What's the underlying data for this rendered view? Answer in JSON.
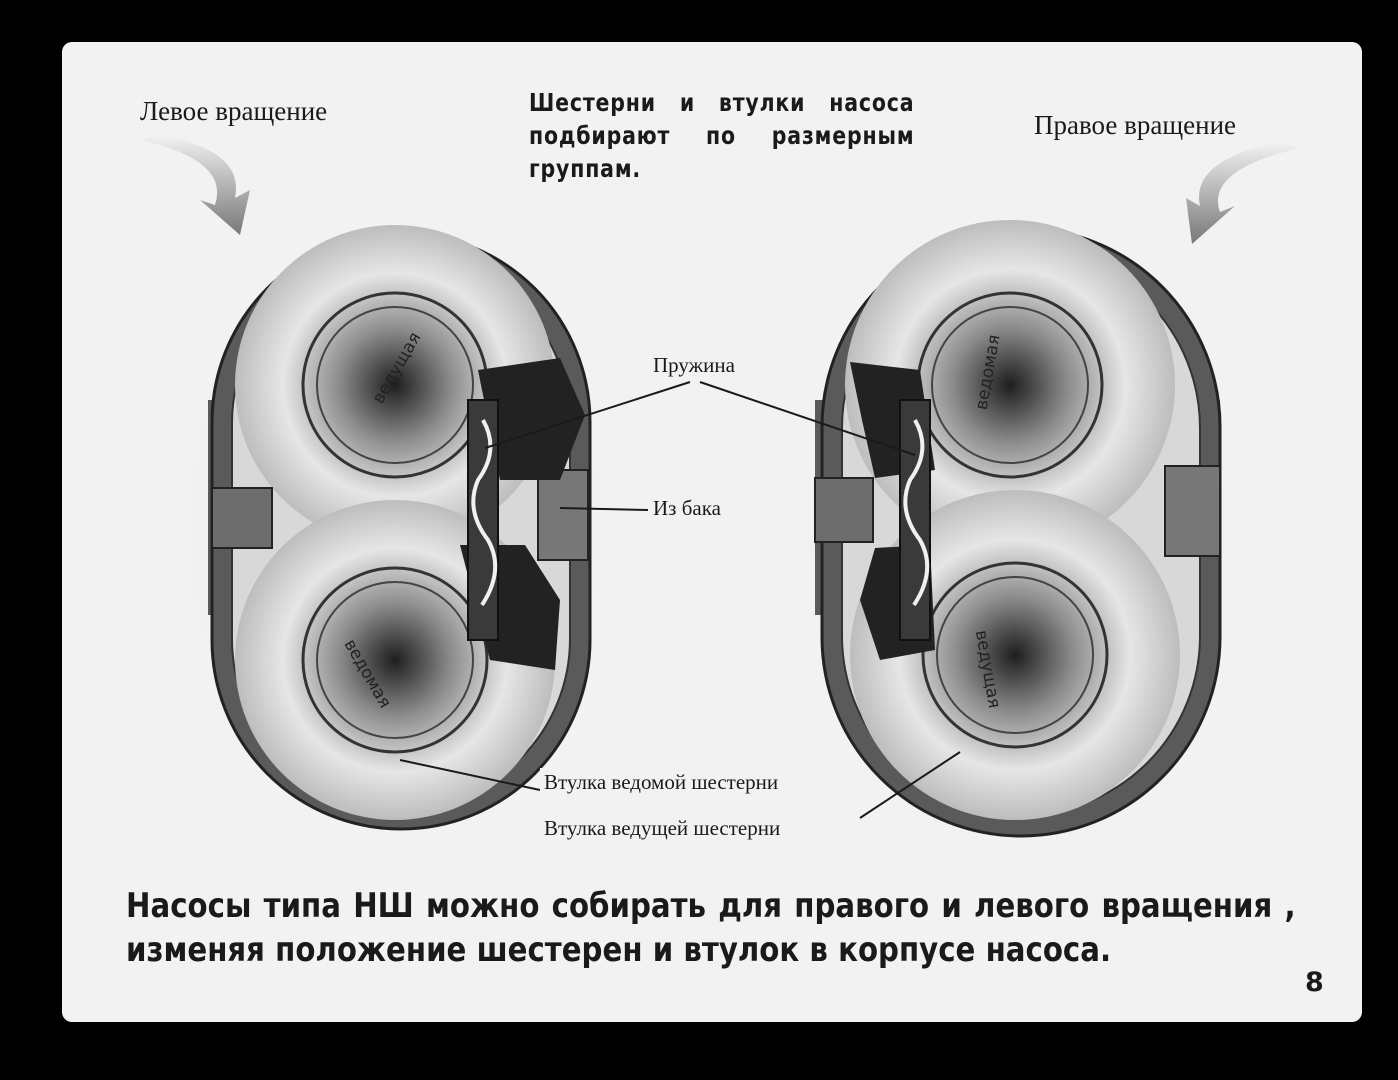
{
  "header_note": "Шестерни и втулки насоса подбирают по размерным группам.",
  "left_title": "Левое вращение",
  "right_title": "Правое вращение",
  "labels": {
    "spring": "Пружина",
    "from_tank": "Из бака",
    "driven_bushing": "Втулка ведомой шестерни",
    "driving_bushing": "Втулка ведущей шестерни"
  },
  "gear_labels": {
    "left_top": "ведущая",
    "left_bottom": "ведомая",
    "right_top": "ведомая",
    "right_bottom": "ведущая"
  },
  "caption": "Насосы типа НШ можно собирать для правого и левого вращения , изменяя положение шестерен и втулок в корпусе насоса.",
  "slide_number": "8"
}
